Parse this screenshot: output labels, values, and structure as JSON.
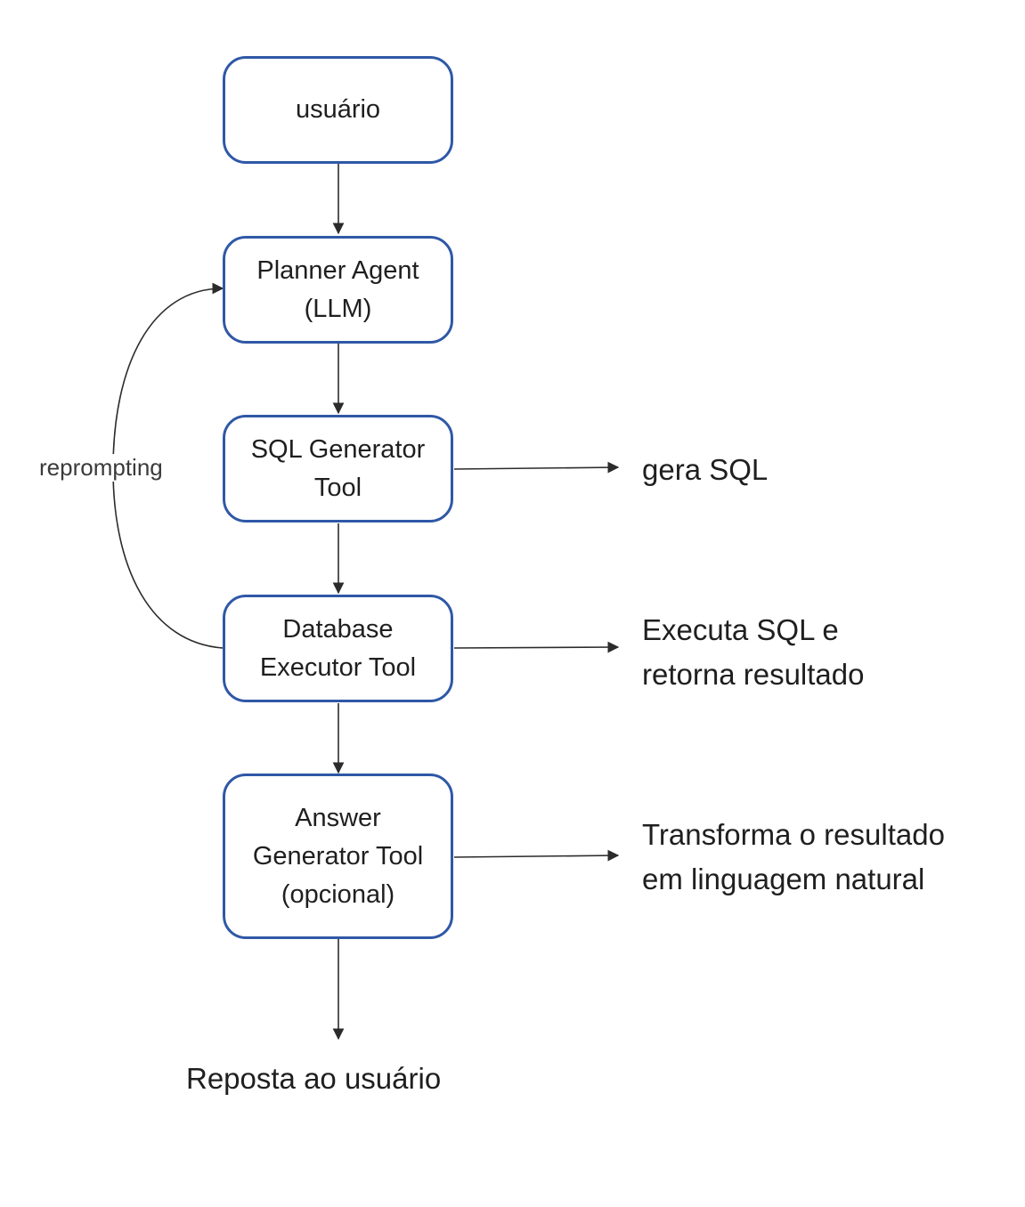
{
  "colors": {
    "box_border": "#2f58a6",
    "edge": "#2b2b2b",
    "text": "#1f1f1f"
  },
  "nodes": {
    "usuario": "usuário",
    "planner": "Planner Agent\n(LLM)",
    "sql_generator": "SQL Generator\nTool",
    "db_executor": "Database\nExecutor Tool",
    "answer_generator": "Answer\nGenerator Tool\n(opcional)"
  },
  "notes": {
    "gera_sql": "gera SQL",
    "executa_sql": "Executa SQL e\nretorna resultado",
    "transforma": "Transforma o resultado\nem linguagem natural",
    "resposta": "Reposta ao usuário"
  },
  "edges": {
    "loop_label": "reprompting"
  }
}
